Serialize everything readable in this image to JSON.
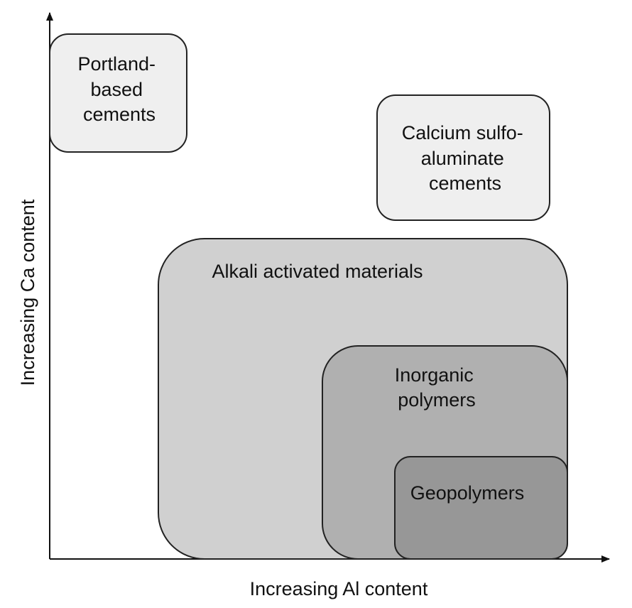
{
  "axes": {
    "x_label": "Increasing Al content",
    "y_label": "Increasing Ca content"
  },
  "regions": {
    "portland": {
      "lines": [
        "Portland-",
        "based",
        "cements"
      ],
      "fill": "#efefef"
    },
    "csa": {
      "lines": [
        "Calcium sulfo-",
        "aluminate",
        "cements"
      ],
      "fill": "#efefef"
    },
    "alkali": {
      "label": "Alkali activated materials",
      "fill": "#d0d0d0"
    },
    "inorganic": {
      "lines": [
        "Inorganic",
        "polymers"
      ],
      "fill": "#b0b0b0"
    },
    "geopolymers": {
      "label": "Geopolymers",
      "fill": "#979797"
    }
  },
  "colors": {
    "stroke": "#222222",
    "axis": "#111111"
  }
}
